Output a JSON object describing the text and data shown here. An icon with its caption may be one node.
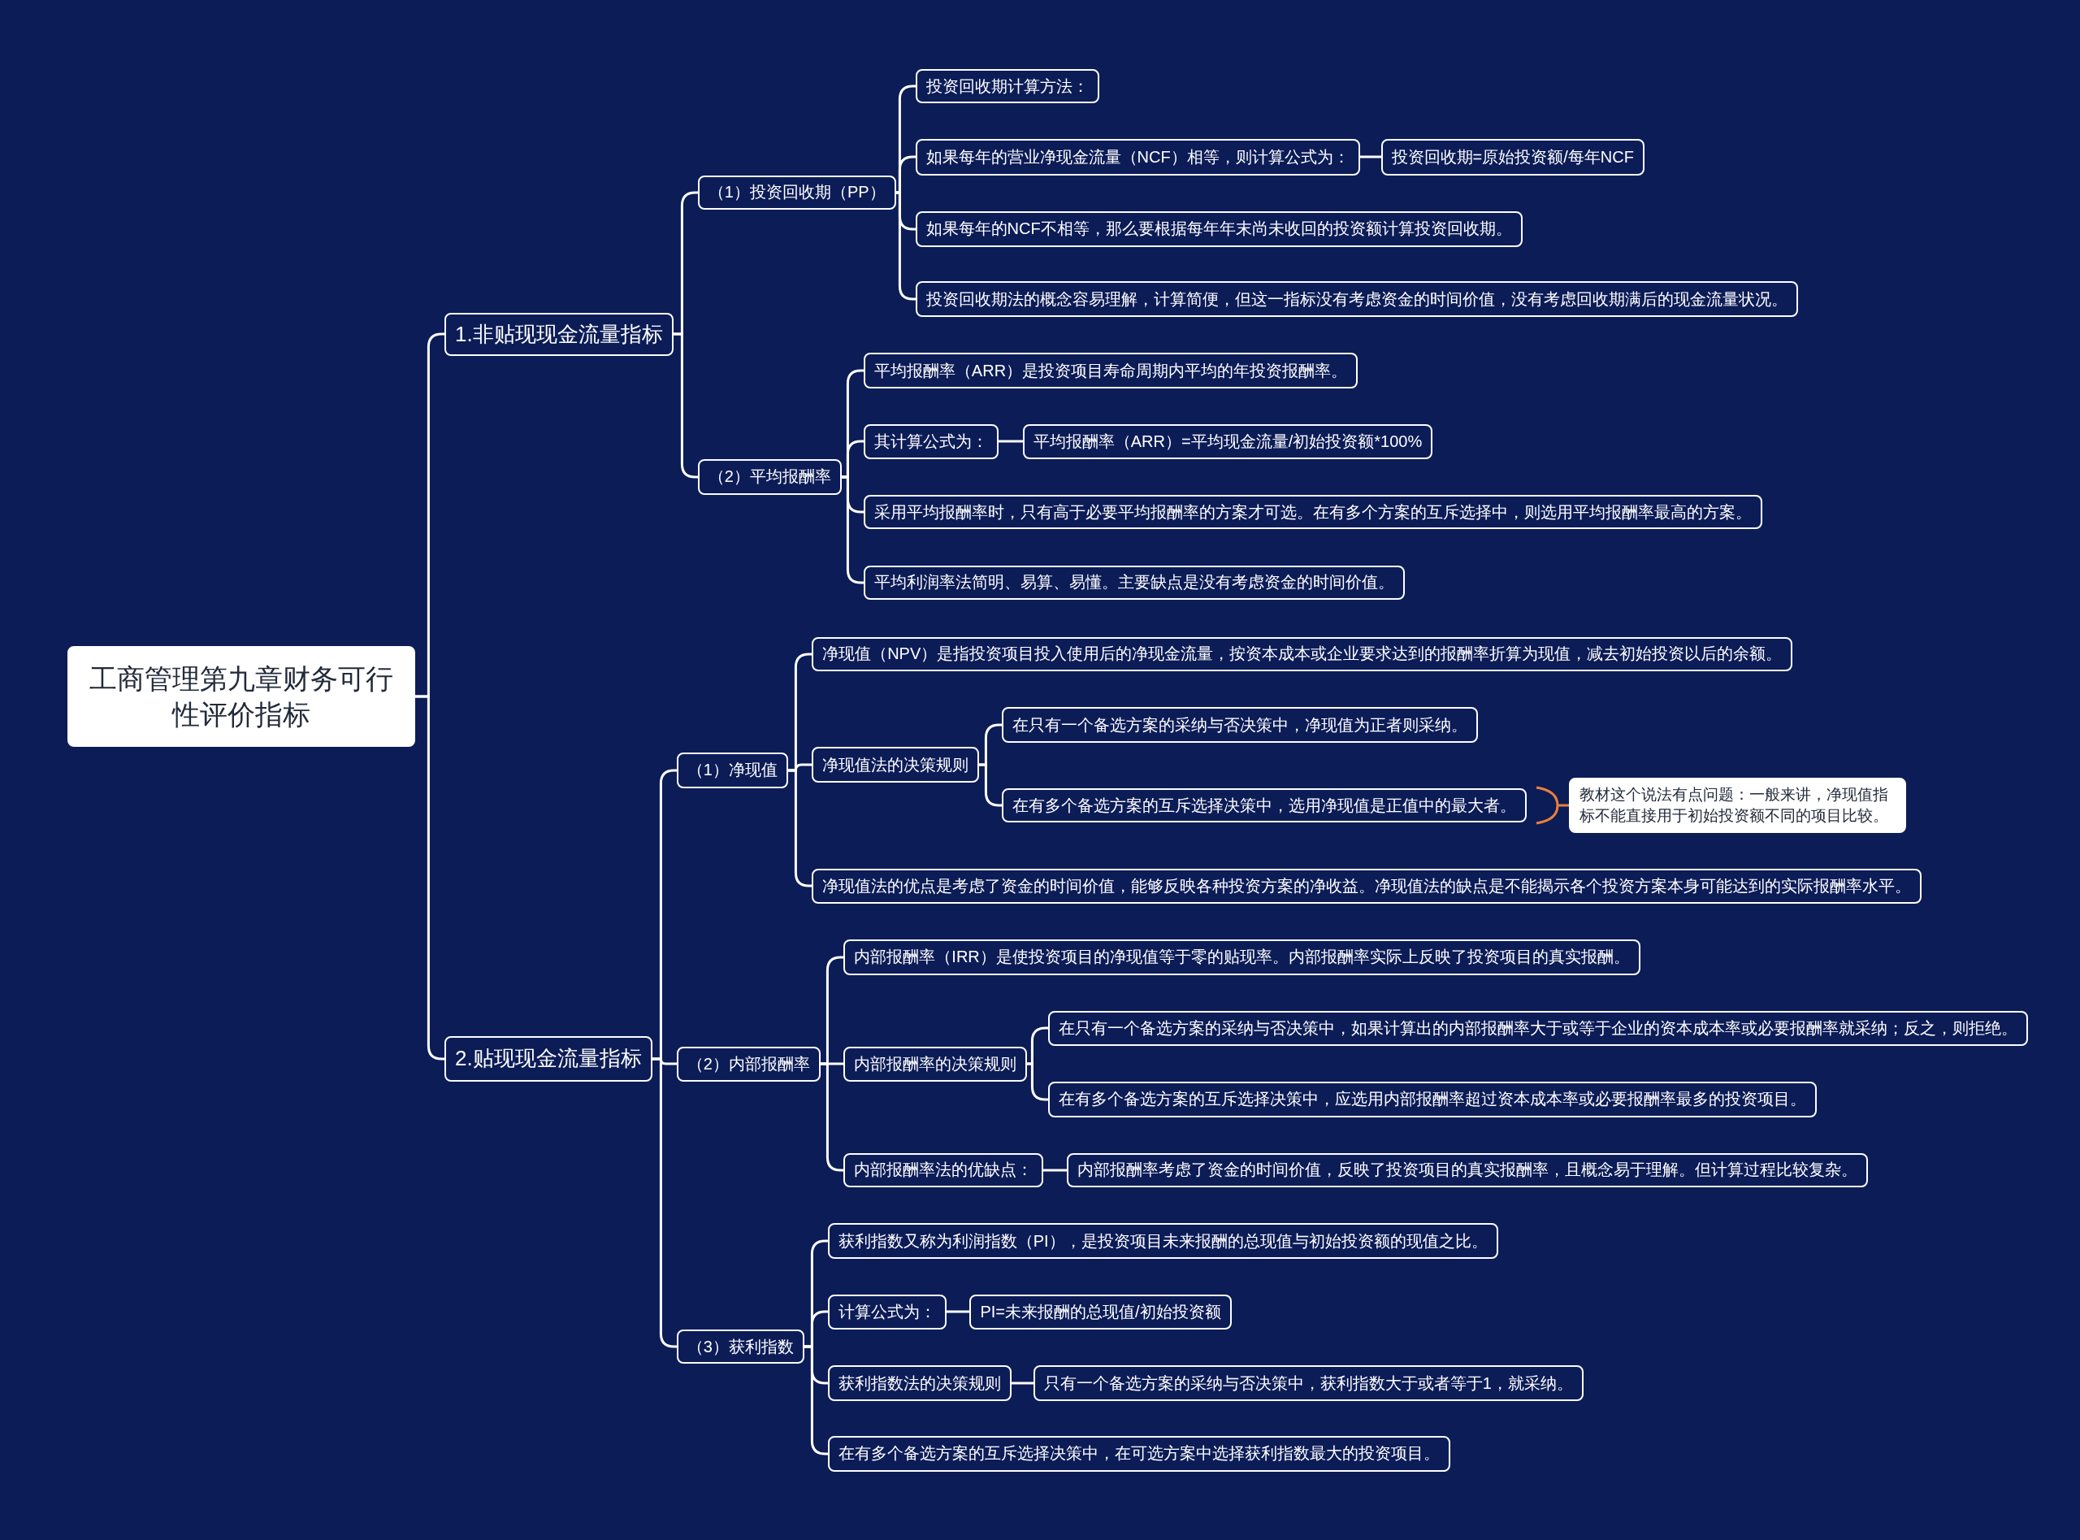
{
  "diagram": {
    "nodes": [
      {
        "text": [
          "工商管理第九章财务可行性评价指标"
        ]
      },
      {
        "text": [
          "1.非贴现现金流量指标"
        ]
      },
      {
        "text": [
          "（1）投资回收期（PP）"
        ]
      },
      {
        "text": [
          "投资回收期计算方法："
        ]
      },
      {
        "text": [
          "如果每年的营业净现金流量（NCF）相等，则计算公式为："
        ]
      },
      {
        "text": [
          "投资回收期=原始投资额/每年NCF"
        ]
      },
      {
        "text": [
          "如果每年的NCF不相等，那么要根据每年年末尚未收回的投资额计算投资回收期。"
        ]
      },
      {
        "text": [
          "投资回收期法的概念容易理解，计算简便，但这一指标没有考虑资金的时间价值，没有考虑回收期满后的现金流量状况。"
        ]
      },
      {
        "text": [
          "（2）平均报酬率"
        ]
      },
      {
        "text": [
          "平均报酬率（ARR）是投资项目寿命周期内平均的年投资报酬率。"
        ]
      },
      {
        "text": [
          "其计算公式为："
        ]
      },
      {
        "text": [
          "平均报酬率（ARR）=平均现金流量/初始投资额*100%"
        ]
      },
      {
        "text": [
          "采用平均报酬率时，只有高于必要平均报酬率的方案才可选。在有多个方案的互斥选择中，则选用平均报酬率最高的方案。"
        ]
      },
      {
        "text": [
          "平均利润率法简明、易算、易懂。主要缺点是没有考虑资金的时间价值。"
        ]
      },
      {
        "text": [
          "2.贴现现金流量指标"
        ]
      },
      {
        "text": [
          "（1）净现值"
        ]
      },
      {
        "text": [
          "净现值（NPV）是指投资项目投入使用后的净现金流量，按资本成本或企业要求达到的报酬率折算为现值，减去初始投资以后的余额。"
        ]
      },
      {
        "text": [
          "净现值法的决策规则"
        ]
      },
      {
        "text": [
          "在只有一个备选方案的采纳与否决策中，净现值为正者则采纳。"
        ]
      },
      {
        "text": [
          "在有多个备选方案的互斥选择决策中，选用净现值是正值中的最大者。"
        ]
      },
      {
        "text": [
          "教材这个说法有点问题：一般来讲，净现值指标不能直接用于初始投资额不同的项目比较。"
        ]
      },
      {
        "text": [
          "净现值法的优点是考虑了资金的时间价值，能够反映各种投资方案的净收益。净现值法的缺点是不能揭示各个投资方案本身可能达到的实际报酬率水平。"
        ]
      },
      {
        "text": [
          "（2）内部报酬率"
        ]
      },
      {
        "text": [
          "内部报酬率（IRR）是使投资项目的净现值等于零的贴现率。内部报酬率实际上反映了投资项目的真实报酬。"
        ]
      },
      {
        "text": [
          "内部报酬率的决策规则"
        ]
      },
      {
        "text": [
          "在只有一个备选方案的采纳与否决策中，如果计算出的内部报酬率大于或等于企业的资本成本率或必要报酬率就采纳；反之，则拒绝。"
        ]
      },
      {
        "text": [
          "在有多个备选方案的互斥选择决策中，应选用内部报酬率超过资本成本率或必要报酬率最多的投资项目。"
        ]
      },
      {
        "text": [
          "内部报酬率法的优缺点："
        ]
      },
      {
        "text": [
          "内部报酬率考虑了资金的时间价值，反映了投资项目的真实报酬率，且概念易于理解。但计算过程比较复杂。"
        ]
      },
      {
        "text": [
          "（3）获利指数"
        ]
      },
      {
        "text": [
          "获利指数又称为利润指数（PI），是投资项目未来报酬的总现值与初始投资额的现值之比。"
        ]
      },
      {
        "text": [
          "计算公式为："
        ]
      },
      {
        "text": [
          "PI=未来报酬的总现值/初始投资额"
        ]
      },
      {
        "text": [
          "获利指数法的决策规则"
        ]
      },
      {
        "text": [
          "只有一个备选方案的采纳与否决策中，获利指数大于或者等于1，就采纳。"
        ]
      },
      {
        "text": [
          "在有多个备选方案的互斥选择决策中，在可选方案中选择获利指数最大的投资项目。"
        ]
      }
    ],
    "edges": [
      {
        "from": 0,
        "to": 1,
        "arrow": "none"
      },
      {
        "from": 0,
        "to": 14,
        "arrow": "none"
      },
      {
        "from": 1,
        "to": 2,
        "arrow": "none"
      },
      {
        "from": 1,
        "to": 8,
        "arrow": "none"
      },
      {
        "from": 2,
        "to": 3,
        "arrow": "none"
      },
      {
        "from": 2,
        "to": 4,
        "arrow": "none"
      },
      {
        "from": 2,
        "to": 6,
        "arrow": "none"
      },
      {
        "from": 2,
        "to": 7,
        "arrow": "none"
      },
      {
        "from": 4,
        "to": 5,
        "arrow": "none"
      },
      {
        "from": 8,
        "to": 9,
        "arrow": "none"
      },
      {
        "from": 8,
        "to": 10,
        "arrow": "none"
      },
      {
        "from": 8,
        "to": 12,
        "arrow": "none"
      },
      {
        "from": 8,
        "to": 13,
        "arrow": "none"
      },
      {
        "from": 10,
        "to": 11,
        "arrow": "none"
      },
      {
        "from": 14,
        "to": 15,
        "arrow": "none"
      },
      {
        "from": 14,
        "to": 22,
        "arrow": "none"
      },
      {
        "from": 14,
        "to": 29,
        "arrow": "none"
      },
      {
        "from": 15,
        "to": 16,
        "arrow": "none"
      },
      {
        "from": 15,
        "to": 17,
        "arrow": "none"
      },
      {
        "from": 15,
        "to": 21,
        "arrow": "none"
      },
      {
        "from": 17,
        "to": 18,
        "arrow": "none"
      },
      {
        "from": 17,
        "to": 19,
        "arrow": "none"
      },
      {
        "from": 19,
        "to": 20,
        "arrow": "none",
        "color": "#e8803a"
      },
      {
        "from": 22,
        "to": 23,
        "arrow": "none"
      },
      {
        "from": 22,
        "to": 24,
        "arrow": "none"
      },
      {
        "from": 22,
        "to": 27,
        "arrow": "none"
      },
      {
        "from": 24,
        "to": 25,
        "arrow": "none"
      },
      {
        "from": 24,
        "to": 26,
        "arrow": "none"
      },
      {
        "from": 27,
        "to": 28,
        "arrow": "none"
      },
      {
        "from": 29,
        "to": 30,
        "arrow": "none"
      },
      {
        "from": 29,
        "to": 31,
        "arrow": "none"
      },
      {
        "from": 29,
        "to": 33,
        "arrow": "none"
      },
      {
        "from": 31,
        "to": 32,
        "arrow": "none"
      },
      {
        "from": 33,
        "to": 34,
        "arrow": "none"
      },
      {
        "from": 29,
        "to": 35,
        "arrow": "none"
      }
    ]
  }
}
